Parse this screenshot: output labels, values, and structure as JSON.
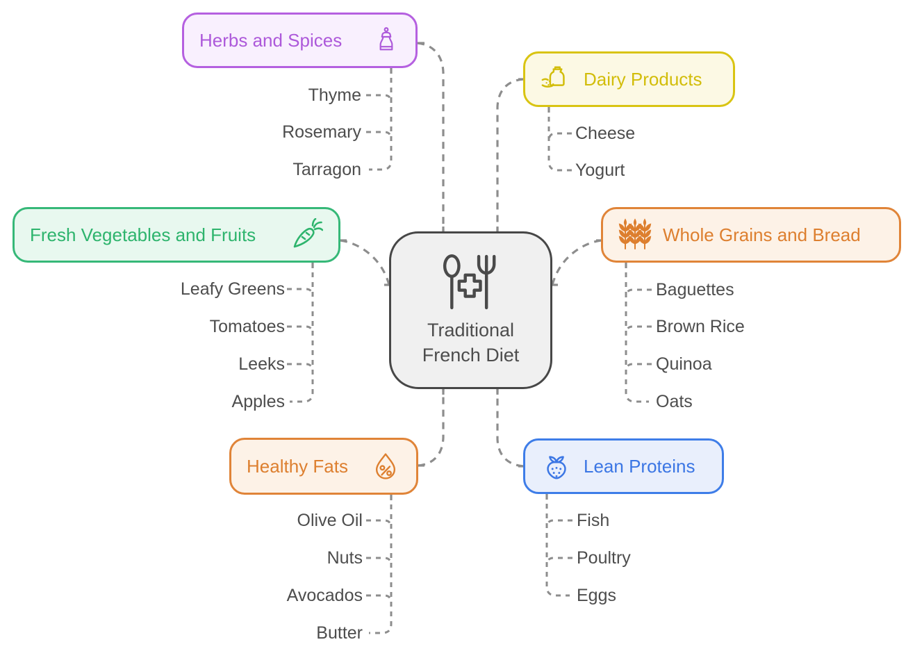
{
  "center": {
    "label": "Traditional French Diet",
    "icon": "spoon-fork-plus-icon"
  },
  "branches": [
    {
      "id": "herbs",
      "label": "Herbs and Spices",
      "icon": "pepper-mill-icon",
      "children": [
        "Thyme",
        "Rosemary",
        "Tarragon"
      ]
    },
    {
      "id": "dairy",
      "label": "Dairy Products",
      "icon": "milk-splash-icon",
      "children": [
        "Cheese",
        "Yogurt"
      ]
    },
    {
      "id": "veg",
      "label": "Fresh Vegetables and Fruits",
      "icon": "carrot-icon",
      "children": [
        "Leafy Greens",
        "Tomatoes",
        "Leeks",
        "Apples"
      ]
    },
    {
      "id": "grains",
      "label": "Whole Grains and Bread",
      "icon": "wheat-icon",
      "children": [
        "Baguettes",
        "Brown Rice",
        "Quinoa",
        "Oats"
      ]
    },
    {
      "id": "fats",
      "label": "Healthy Fats",
      "icon": "oil-drop-percent-icon",
      "children": [
        "Olive Oil",
        "Nuts",
        "Avocados",
        "Butter"
      ]
    },
    {
      "id": "proteins",
      "label": "Lean Proteins",
      "icon": "strawberry-icon",
      "children": [
        "Fish",
        "Poultry",
        "Eggs"
      ]
    }
  ],
  "colors": {
    "herbs-border": "#b560e0",
    "herbs-bg": "#f9f0fe",
    "herbs-text": "#ad59da",
    "dairy-border": "#d9c412",
    "dairy-bg": "#fcf9e4",
    "dairy-text": "#d2bd0a",
    "veg-border": "#36b878",
    "veg-bg": "#e8f8ef",
    "veg-text": "#2eb46d",
    "grains-border": "#e08438",
    "grains-bg": "#fdf2e7",
    "grains-text": "#dd7f2f",
    "fats-border": "#e08438",
    "fats-bg": "#fdf2e7",
    "fats-text": "#dd7f2f",
    "proteins-border": "#3e7de8",
    "proteins-bg": "#e9effc",
    "proteins-text": "#3b76e4",
    "center-border": "#474747",
    "center-bg": "#f0f0f0",
    "text-gray": "#4d4d4d",
    "line-gray": "#8d8d8d"
  }
}
